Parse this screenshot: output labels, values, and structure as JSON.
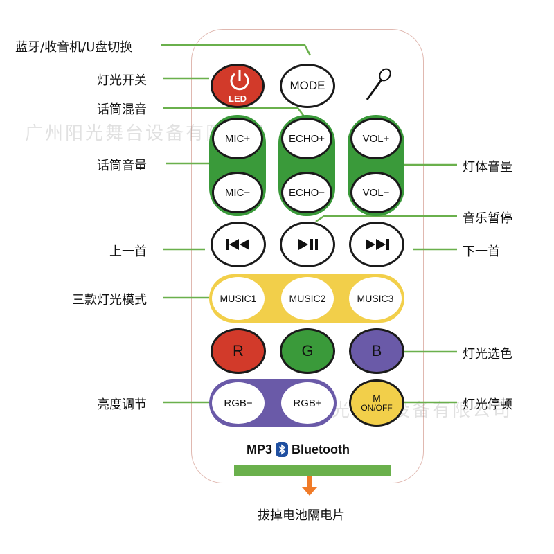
{
  "colors": {
    "green": "#3a9a3a",
    "orange_yellow": "#f2cf4a",
    "purple": "#6a5aa8",
    "red": "#d23a2a",
    "line": "#6ab04c",
    "arrow": "#f07b28"
  },
  "buttons": {
    "power_label": "LED",
    "mode": "MODE",
    "mic_plus": "MIC+",
    "mic_minus": "MIC−",
    "echo_plus": "ECHO+",
    "echo_minus": "ECHO−",
    "vol_plus": "VOL+",
    "vol_minus": "VOL−",
    "music1": "MUSIC1",
    "music2": "MUSIC2",
    "music3": "MUSIC3",
    "r": "R",
    "g": "G",
    "b": "B",
    "rgb_minus": "RGB−",
    "rgb_plus": "RGB+",
    "mute_m": "M",
    "mute_onoff": "ON/OFF"
  },
  "icons": {
    "power": "power-icon",
    "mic": "microphone-icon",
    "prev": "previous-track-icon",
    "play": "play-pause-icon",
    "next": "next-track-icon",
    "bt": "bluetooth-icon"
  },
  "footer": {
    "mp3": "MP3",
    "bluetooth": "Bluetooth"
  },
  "labels": {
    "mode_switch": "蓝牙/收音机/U盘切换",
    "light_switch": "灯光开关",
    "mic_echo": "话筒混音",
    "mic_volume": "话筒音量",
    "body_volume": "灯体音量",
    "music_pause": "音乐暂停",
    "prev": "上一首",
    "next": "下一首",
    "light_modes": "三款灯光模式",
    "light_color": "灯光选色",
    "brightness": "亮度调节",
    "light_pause": "灯光停顿",
    "battery": "拔掉电池隔电片"
  },
  "watermark": "广州阳光舞台设备有限公司"
}
